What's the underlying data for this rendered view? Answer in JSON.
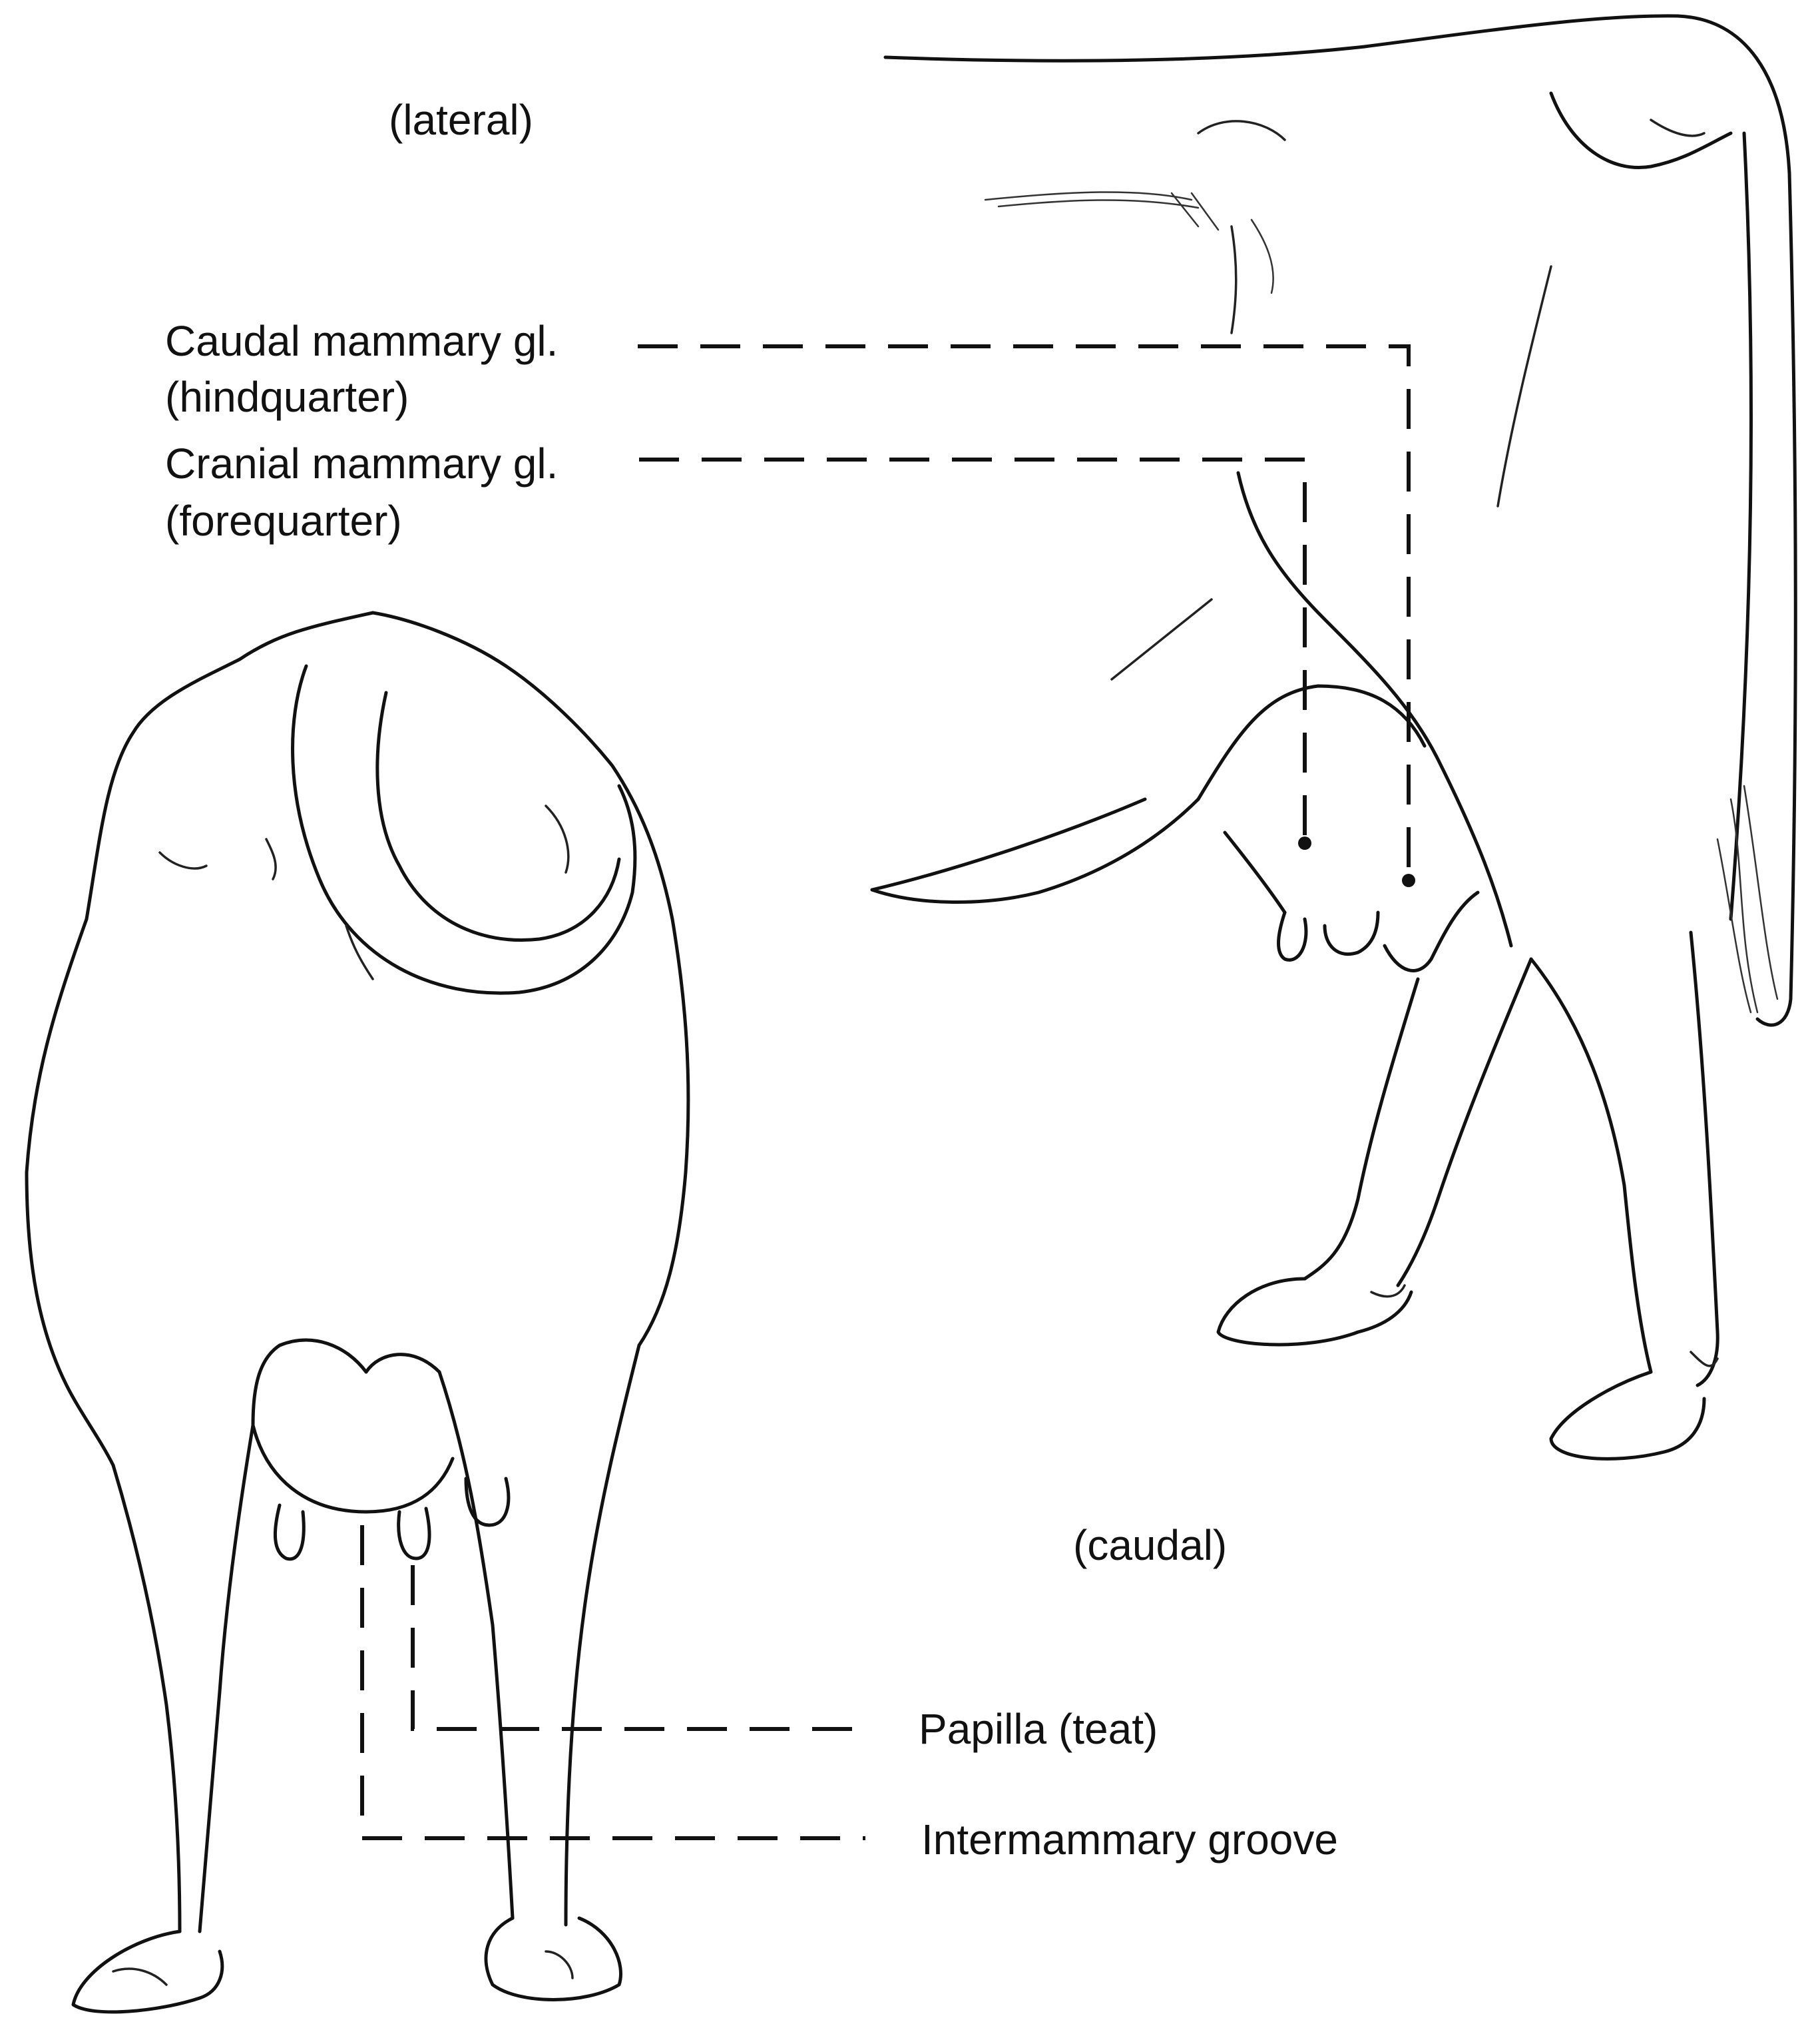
{
  "view_labels": {
    "lateral": "(lateral)",
    "caudal": "(caudal)"
  },
  "structures": {
    "caudal_gland": {
      "name": "Caudal mammary gl.",
      "alt": "(hindquarter)"
    },
    "cranial_gland": {
      "name": "Cranial mammary gl.",
      "alt": "(forequarter)"
    },
    "papilla": "Papilla (teat)",
    "intermammary_groove": "Intermammary groove"
  },
  "colors": {
    "line": "#111111",
    "background": "#ffffff"
  }
}
